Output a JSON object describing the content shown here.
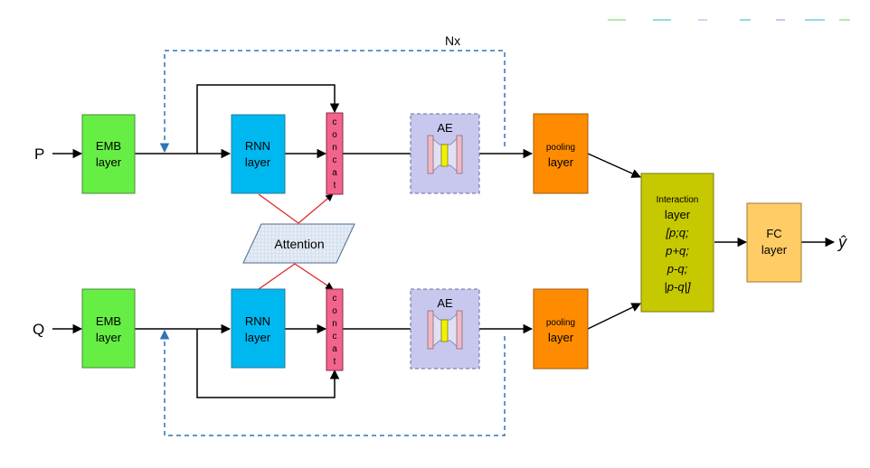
{
  "inputs": {
    "p": "P",
    "q": "Q"
  },
  "repeat_label": "Nx",
  "emb": {
    "line1": "EMB",
    "line2": "layer"
  },
  "rnn": {
    "line1": "RNN",
    "line2": "layer"
  },
  "concat": {
    "letters": [
      "c",
      "o",
      "n",
      "c",
      "a",
      "t"
    ]
  },
  "attention": {
    "label": "Attention"
  },
  "ae": {
    "label": "AE"
  },
  "pooling": {
    "line1": "pooling",
    "line2": "layer"
  },
  "interaction": {
    "title1": "Interaction",
    "title2": "layer",
    "ops": [
      "[p;q;",
      "p+q;",
      "p-q;",
      "|p-q|]"
    ]
  },
  "fc": {
    "line1": "FC",
    "line2": "layer"
  },
  "output": {
    "symbol": "ŷ"
  },
  "colors": {
    "emb": "#66ee44",
    "rnn": "#00b8f0",
    "concat": "#f2648c",
    "attention": "#dde8f4",
    "ae": "#c8c8ee",
    "pooling": "#ff8c00",
    "interaction": "#c6c800",
    "fc": "#ffcc66",
    "loop": "#2e75b6",
    "attention_link": "#e02020"
  }
}
